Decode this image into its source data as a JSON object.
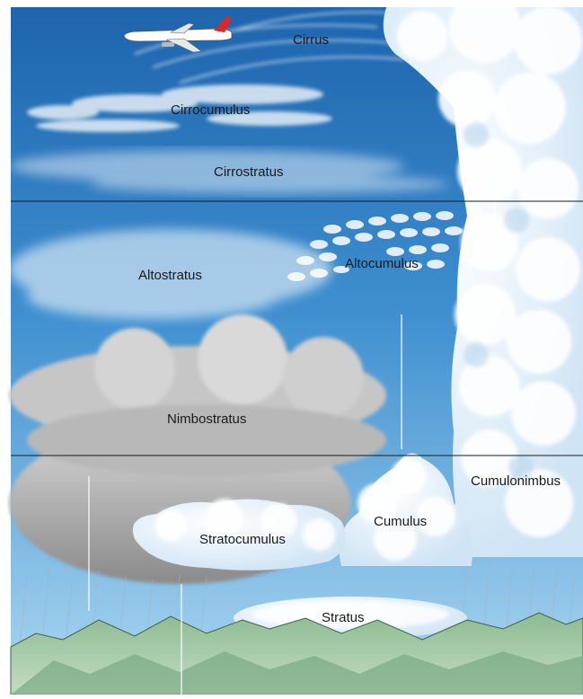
{
  "labels": {
    "cirrus": "Cirrus",
    "cirrocumulus": "Cirrocumulus",
    "cirrostratus": "Cirrostratus",
    "altostratus": "Altostratus",
    "altocumulus": "Altocumulus",
    "nimbostratus": "Nimbostratus",
    "cumulonimbus": "Cumulonimbus",
    "cumulus": "Cumulus",
    "stratocumulus": "Stratocumulus",
    "stratus": "Stratus"
  },
  "colors": {
    "sky_top": "#1f6fb8",
    "sky_bottom": "#7fbfe6",
    "divider": "#1a1a1a",
    "grey_cloud": "#9e9e9e",
    "white_cloud": "#f4f9ff",
    "mountain": "#7fae86",
    "plane_accent": "#d62a2a"
  }
}
